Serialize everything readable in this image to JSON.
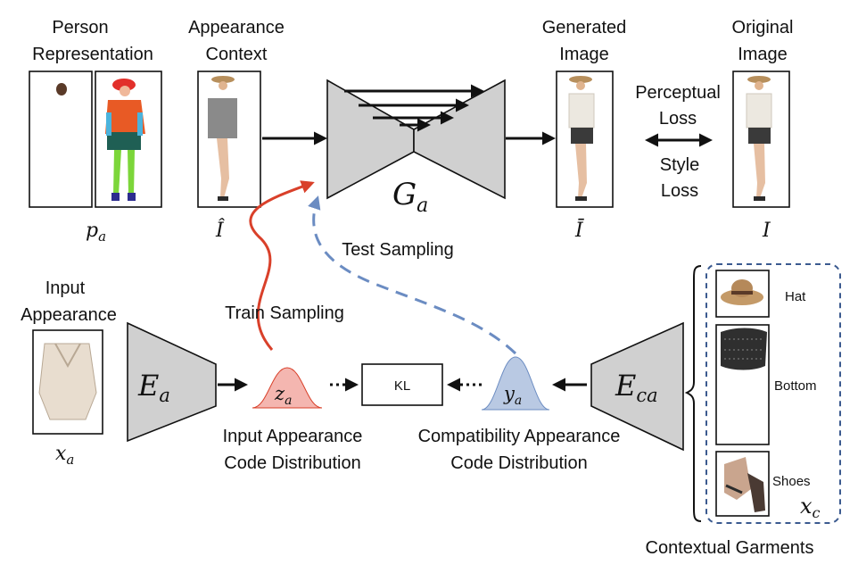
{
  "labels": {
    "person_representation": [
      "Person",
      "Representation"
    ],
    "appearance_context": [
      "Appearance",
      "Context"
    ],
    "generated_image": [
      "Generated",
      "Image"
    ],
    "original_image": [
      "Original",
      "Image"
    ],
    "perceptual_loss": [
      "Perceptual",
      "Loss"
    ],
    "style_loss": [
      "Style",
      "Loss"
    ],
    "test_sampling": "Test Sampling",
    "train_sampling": "Train Sampling",
    "input_appearance": [
      "Input",
      "Appearance"
    ],
    "input_code_distribution": [
      "Input Appearance",
      "Code Distribution"
    ],
    "compat_code_distribution": [
      "Compatibility Appearance",
      "Code Distribution"
    ],
    "kl": "KL",
    "contextual_garments": "Contextual Garments",
    "hat": "Hat",
    "bottom": "Bottom",
    "shoes": "Shoes"
  },
  "math": {
    "p_a": "p",
    "p_a_sub": "a",
    "i_hat": "Î",
    "i_bar": "Ī",
    "i": "I",
    "g_a": "G",
    "g_a_sub": "a",
    "x_a": "x",
    "x_a_sub": "a",
    "e_a": "E",
    "e_a_sub": "a",
    "z_a": "z",
    "z_a_sub": "a",
    "y_a": "y",
    "y_a_sub": "a",
    "e_ca": "E",
    "e_ca_sub": "ca",
    "x_c": "x",
    "x_c_sub": "c"
  },
  "colors": {
    "train_arrow": "#d9402a",
    "test_arrow": "#6b8cc2",
    "z_fill": "#f4b6b0",
    "y_fill": "#b9c9e3",
    "encoder_fill": "#d0d0d0",
    "garment_border": "#3b5a8f"
  }
}
